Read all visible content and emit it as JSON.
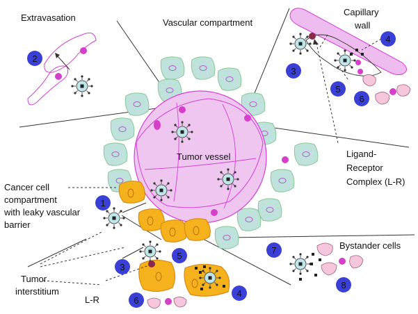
{
  "labels": {
    "extravasation": "Extravasation",
    "vascular_compartment": "Vascular compartment",
    "capillary_wall_line1": "Capillary",
    "capillary_wall_line2": "wall",
    "tumor_vessel": "Tumor vessel",
    "ligand_receptor_line1": "Ligand-",
    "ligand_receptor_line2": "Receptor",
    "ligand_receptor_line3": "Complex (L-R)",
    "cancer_cell_line1": "Cancer cell",
    "cancer_cell_line2": "compartment",
    "cancer_cell_line3": "with leaky vascular",
    "cancer_cell_line4": "barrier",
    "bystander_cells": "Bystander cells",
    "tumor_interstitium_line1": "Tumor",
    "tumor_interstitium_line2": "interstitium",
    "lr": "L-R"
  },
  "numbers": {
    "n1": "1",
    "n2": "2",
    "n3_top": "3",
    "n3_bottom": "3",
    "n4_top": "4",
    "n4_bottom": "4",
    "n5_top": "5",
    "n5_bottom": "5",
    "n6_top": "6",
    "n6_bottom": "6",
    "n7": "7",
    "n8": "8"
  },
  "colors": {
    "number_badge": "#3a3fd6",
    "tumor_vessel_fill": "#efc6ef",
    "vessel_outline": "#d43fd4",
    "endothelial_cell": "#bfe3dc",
    "endothelial_outline": "#86c890",
    "cancer_cell": "#f6b21c",
    "cancer_outline": "#d98a10",
    "nucleus": "#d63fc8",
    "bystander_cell": "#f6c6dc",
    "immune_cell": "#bfe6ea"
  }
}
